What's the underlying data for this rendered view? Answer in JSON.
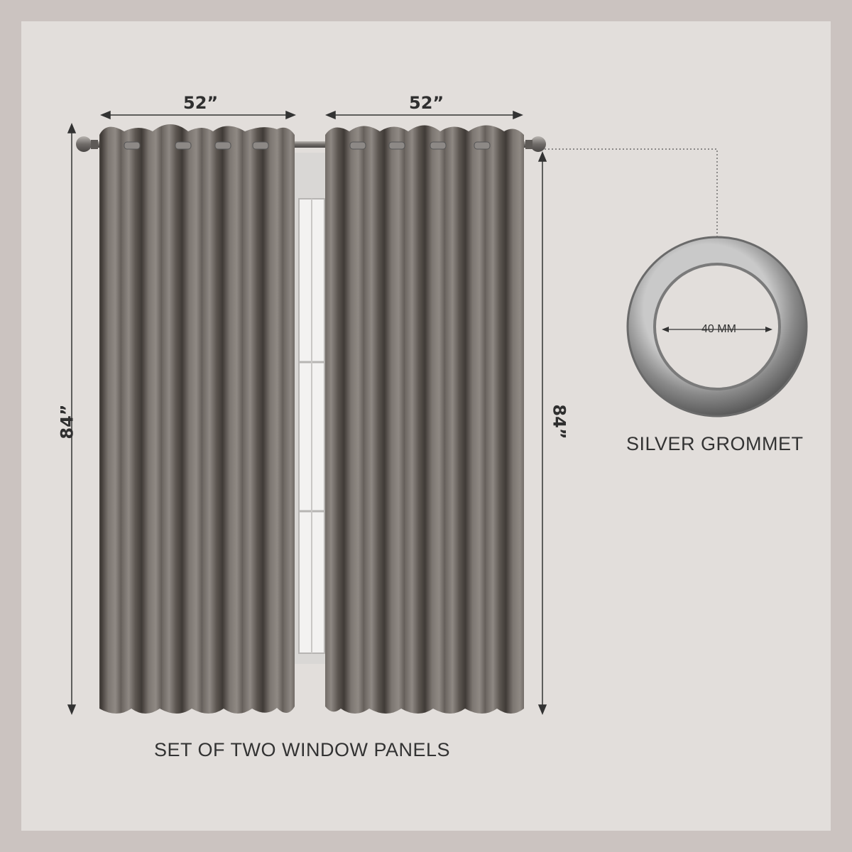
{
  "dimensions": {
    "left_panel_width": "52”",
    "right_panel_width": "52”",
    "left_height": "84”",
    "right_height": "84”"
  },
  "grommet": {
    "inner_diameter": "40 MM",
    "label": "SILVER GROMMET"
  },
  "caption": "SET OF TWO WINDOW PANELS",
  "colors": {
    "background_outer": "#cbc3c0",
    "background_inner": "#e2dedb",
    "curtain": "#7a7470",
    "grommet_silver": "#9a9a9a"
  }
}
